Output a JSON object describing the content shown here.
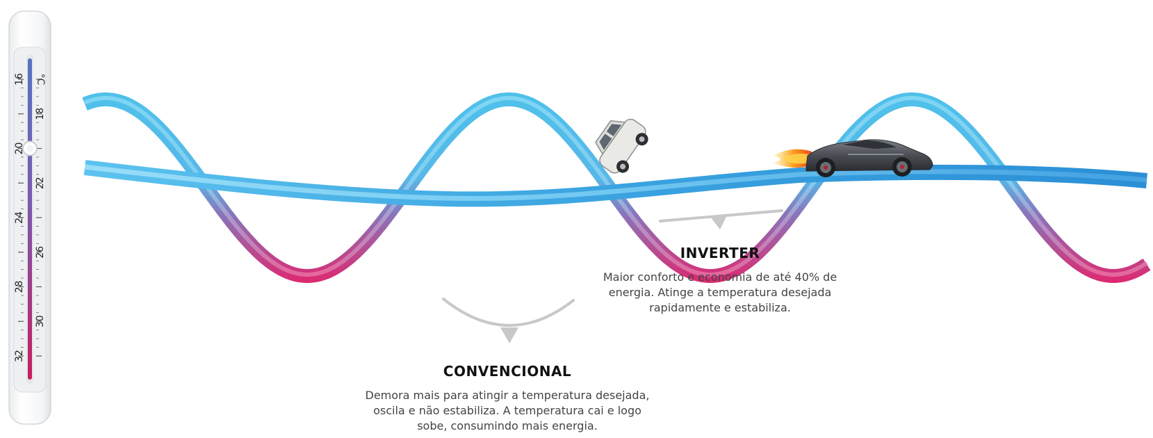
{
  "colors": {
    "wave_top": "#4fc0ea",
    "wave_mid": "#8a74b8",
    "wave_bottom": "#e0266e",
    "inverter_line": "#2b8fd6",
    "inverter_line_light": "#6ecdf5",
    "bracket": "#c8c8c8",
    "thermo_fill_cool": "#5573c2",
    "thermo_fill_warm": "#c81e5f"
  },
  "thermometer": {
    "unit": "°C",
    "labels": [
      "16",
      "18",
      "20",
      "22",
      "24",
      "26",
      "28",
      "30",
      "32"
    ],
    "indicator_value": 20
  },
  "inverter": {
    "title": "INVERTER",
    "description": "Maior conforto e economia de até 40% de energia. Atinge a temperatura desejada rapidamente e estabiliza."
  },
  "convencional": {
    "title": "CONVENCIONAL",
    "description": "Demora mais para atingir a temperatura desejada, oscila e não estabiliza. A temperatura cai e logo sobe, consumindo mais energia."
  },
  "icons": {
    "small_car": "small-car-icon",
    "sports_car": "sports-car-icon",
    "flame": "flame-icon"
  }
}
